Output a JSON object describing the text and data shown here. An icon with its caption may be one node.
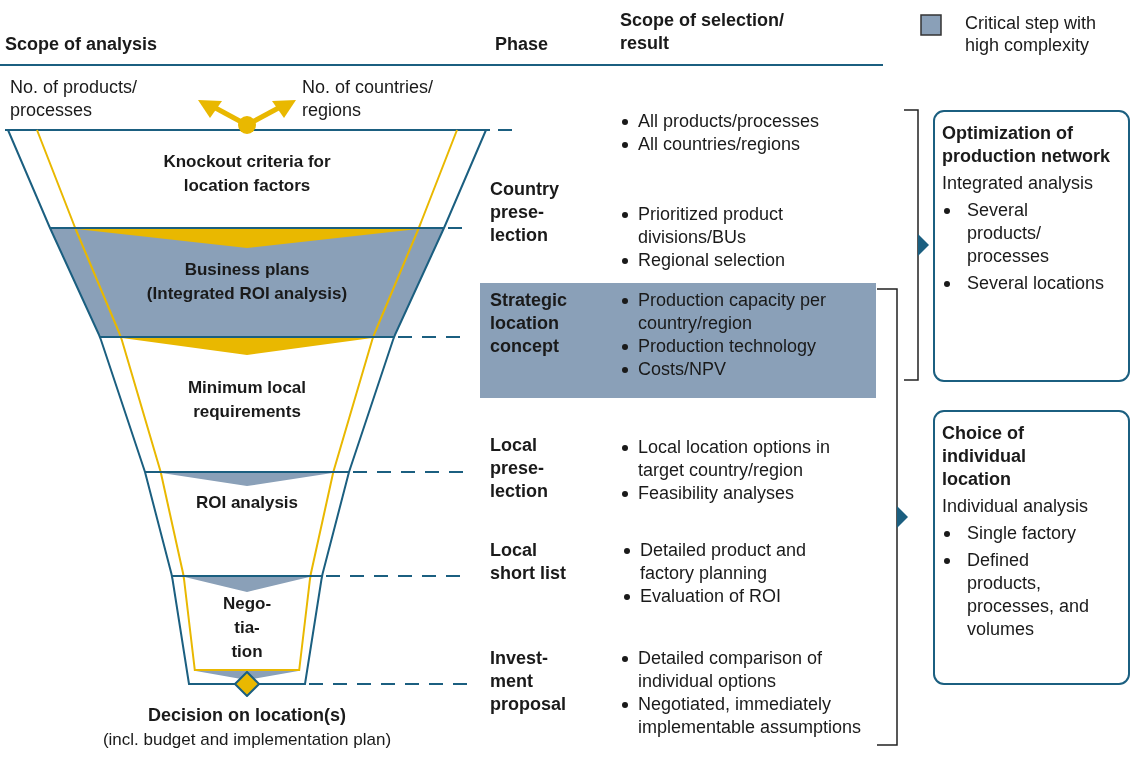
{
  "diagram": {
    "nodes": [
      {
        "text": [
          "Knockout criteria for location factors"
        ]
      },
      {
        "text": [
          "Business plans (Integrated ROI analysis)"
        ]
      },
      {
        "text": [
          "Minimum local requirements"
        ]
      },
      {
        "text": [
          "ROI analysis"
        ]
      },
      {
        "text": [
          "Nego- tia- tion"
        ]
      },
      {
        "text": [],
        "shape": "diamond",
        "beside": [
          "Decision on location(s)",
          "(incl. budget and implementation plan)"
        ]
      },
      {
        "text": [
          "Strategic location concept",
          "Production capacity per country/region",
          "Production technology",
          "Costs/NPV"
        ]
      },
      {
        "text": [
          "Optimization of production network",
          "Integrated analysis",
          "Several products/ processes",
          "Several locations"
        ]
      },
      {
        "text": [
          "Choice of individual location",
          "Individual analysis",
          "Single factory",
          "Defined products, processes, and volumes"
        ]
      }
    ],
    "labels": [
      "Scope of analysis",
      "Phase",
      "Scope of selection/ result",
      "No. of products/ processes",
      "No. of countries/ regions",
      "All products/processes",
      "All countries/regions",
      "Country prese- lection",
      "Prioritized product divisions/BUs",
      "Regional selection",
      "Local prese- lection",
      "Local location options in target country/region",
      "Feasibility analyses",
      "Local short list",
      "Detailed product and factory planning",
      "Evaluation of ROI",
      "Invest- ment proposal",
      "Detailed comparison of individual options",
      "Negotiated, immediately implementable assumptions"
    ],
    "legend": [
      {
        "text": "Critical step with high complexity",
        "color": "#8aa0b8"
      }
    ]
  }
}
